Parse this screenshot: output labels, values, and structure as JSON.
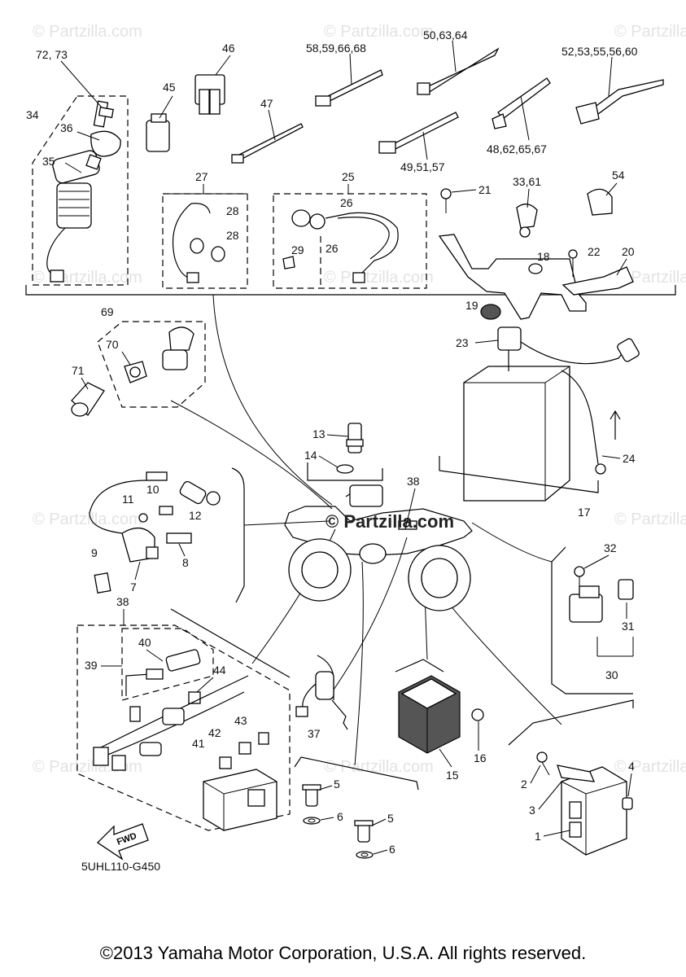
{
  "diagram": {
    "watermark": "© Partzilla.com",
    "center_watermark": "© Partzilla.com",
    "drawing_code": "5UHL110-G450",
    "fwd_label": "FWD",
    "copyright": "©2013 Yamaha Motor Corporation, U.S.A. All rights reserved.",
    "callouts": {
      "c72_73": "72, 73",
      "c46": "46",
      "c58_59_66_68": "58,59,66,68",
      "c50_63_64": "50,63,64",
      "c52_53_55_56_60": "52,53,55,56,60",
      "c34": "34",
      "c45": "45",
      "c47": "47",
      "c36": "36",
      "c35": "35",
      "c49_51_57": "49,51,57",
      "c48_62_65_67": "48,62,65,67",
      "c27": "27",
      "c25": "25",
      "c26a": "26",
      "c26b": "26",
      "c28a": "28",
      "c28b": "28",
      "c29": "29",
      "c33_61": "33,61",
      "c54": "54",
      "c21": "21",
      "c18": "18",
      "c22": "22",
      "c20": "20",
      "c19": "19",
      "c69": "69",
      "c70": "70",
      "c71": "71",
      "c23": "23",
      "c13": "13",
      "c14": "14",
      "c24": "24",
      "c38a": "38",
      "c17": "17",
      "c10": "10",
      "c11": "11",
      "c12": "12",
      "c9": "9",
      "c8": "8",
      "c7": "7",
      "c32": "32",
      "c38b": "38",
      "c40": "40",
      "c39": "39",
      "c44": "44",
      "c31": "31",
      "c30": "30",
      "c43": "43",
      "c42": "42",
      "c41": "41",
      "c37": "37",
      "c15": "15",
      "c16": "16",
      "c4": "4",
      "c2": "2",
      "c3": "3",
      "c1": "1",
      "c5a": "5",
      "c6a": "6",
      "c5b": "5",
      "c6b": "6"
    }
  }
}
